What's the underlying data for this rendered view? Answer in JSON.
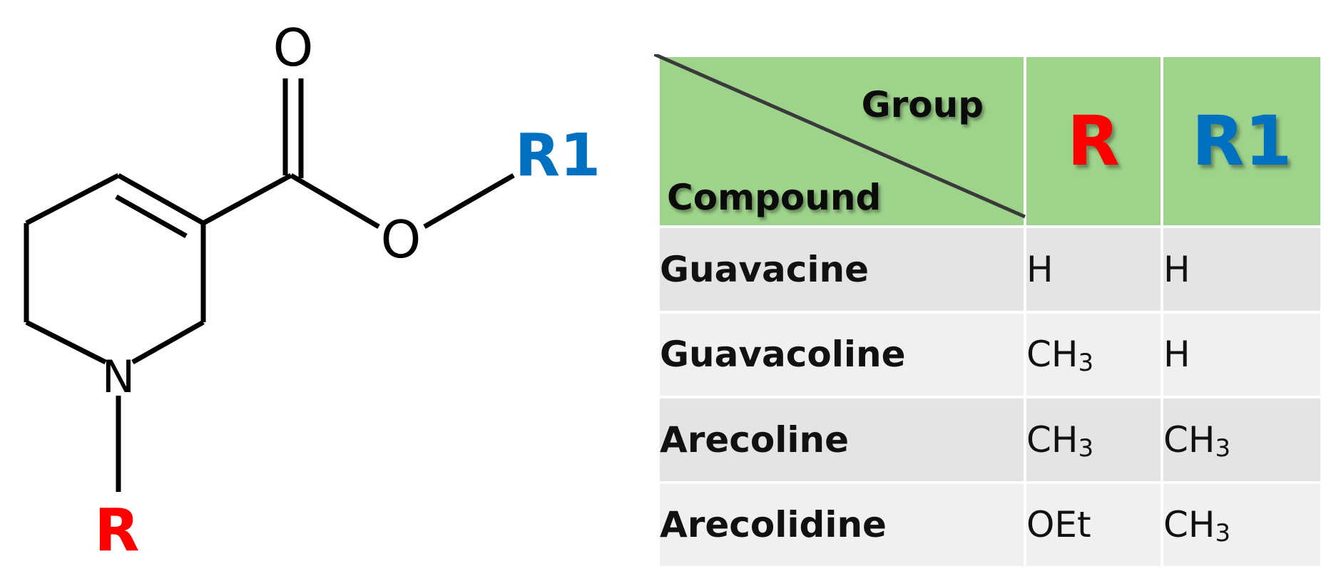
{
  "structure": {
    "atoms": {
      "oxygen_carbonyl": "O",
      "oxygen_ester": "O",
      "nitrogen": "N",
      "r_group": "R",
      "r1_group": "R1"
    },
    "colors": {
      "bond": "#000000",
      "r_group": "#ff0000",
      "r1_group": "#0070c0"
    }
  },
  "table": {
    "header": {
      "group_label": "Group",
      "compound_label": "Compound",
      "r_label": "R",
      "r1_label": "R1"
    },
    "rows": [
      {
        "compound": "Guavacine",
        "r": {
          "base": "H",
          "sub": ""
        },
        "r1": {
          "base": "H",
          "sub": ""
        }
      },
      {
        "compound": "Guavacoline",
        "r": {
          "base": "CH",
          "sub": "3"
        },
        "r1": {
          "base": "H",
          "sub": ""
        }
      },
      {
        "compound": "Arecoline",
        "r": {
          "base": "CH",
          "sub": "3"
        },
        "r1": {
          "base": "CH",
          "sub": "3"
        }
      },
      {
        "compound": "Arecolidine",
        "r": {
          "base": "OEt",
          "sub": ""
        },
        "r1": {
          "base": "CH",
          "sub": "3"
        }
      }
    ],
    "colors": {
      "header_bg": "#9dd38a",
      "row_dark": "#e4e4e4",
      "row_light": "#f0f0f0"
    }
  }
}
